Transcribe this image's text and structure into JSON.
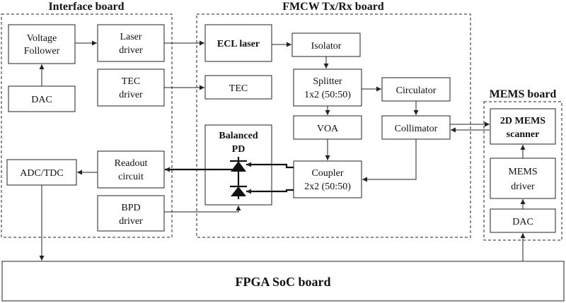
{
  "titles": {
    "interface_board": "Interface board",
    "fmcw_board": "FMCW Tx/Rx board",
    "mems_board": "MEMS board",
    "fpga_board": "FPGA SoC board"
  },
  "blocks": {
    "voltage_follower": [
      "Voltage",
      "Follower"
    ],
    "dac_left": [
      "DAC"
    ],
    "laser_driver": [
      "Laser",
      "driver"
    ],
    "tec_driver": [
      "TEC",
      "driver"
    ],
    "adc_tdc": [
      "ADC/TDC"
    ],
    "readout_circuit": [
      "Readout",
      "circuit"
    ],
    "bpd_driver": [
      "BPD",
      "driver"
    ],
    "ecl_laser": [
      "ECL laser"
    ],
    "isolator": [
      "Isolator"
    ],
    "tec": [
      "TEC"
    ],
    "splitter": [
      "Splitter",
      "1x2 (50:50)"
    ],
    "circulator": [
      "Circulator"
    ],
    "voa": [
      "VOA"
    ],
    "collimator": [
      "Collimator"
    ],
    "coupler": [
      "Coupler",
      "2x2 (50:50)"
    ],
    "balanced_pd": [
      "Balanced",
      "PD"
    ],
    "mems_scanner": [
      "2D MEMS",
      "scanner"
    ],
    "mems_driver": [
      "MEMS",
      "driver"
    ],
    "dac_right": [
      "DAC"
    ]
  }
}
